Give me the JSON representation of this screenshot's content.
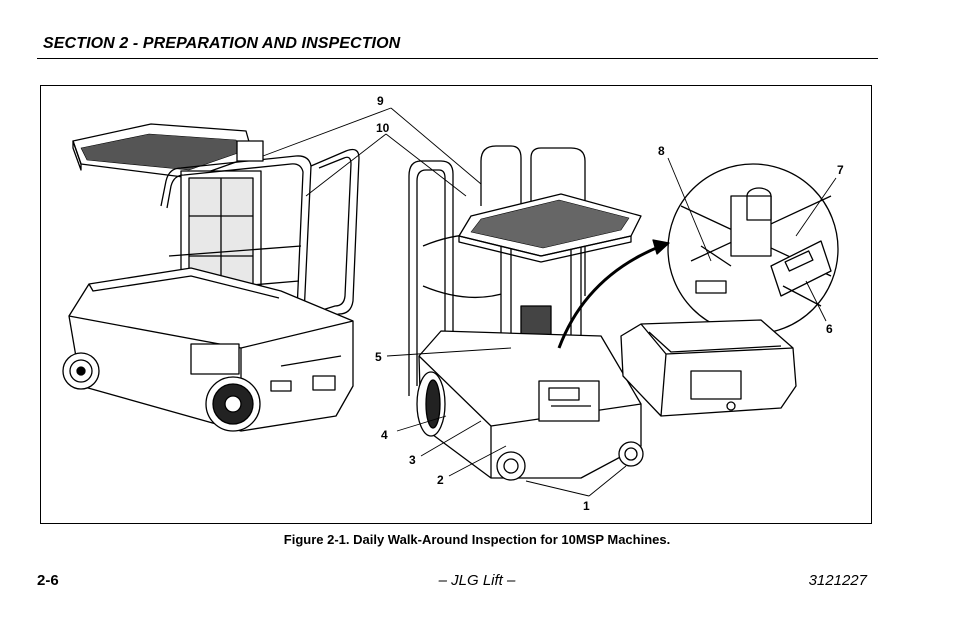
{
  "header": {
    "section_title": "SECTION 2 - PREPARATION AND INSPECTION"
  },
  "figure": {
    "callouts": [
      "1",
      "2",
      "3",
      "4",
      "5",
      "6",
      "7",
      "8",
      "9",
      "10"
    ],
    "caption": "Figure 2-1. Daily Walk-Around Inspection for 10MSP Machines."
  },
  "footer": {
    "page_number": "2-6",
    "center_text": "– JLG Lift –",
    "document_number": "3121227"
  }
}
